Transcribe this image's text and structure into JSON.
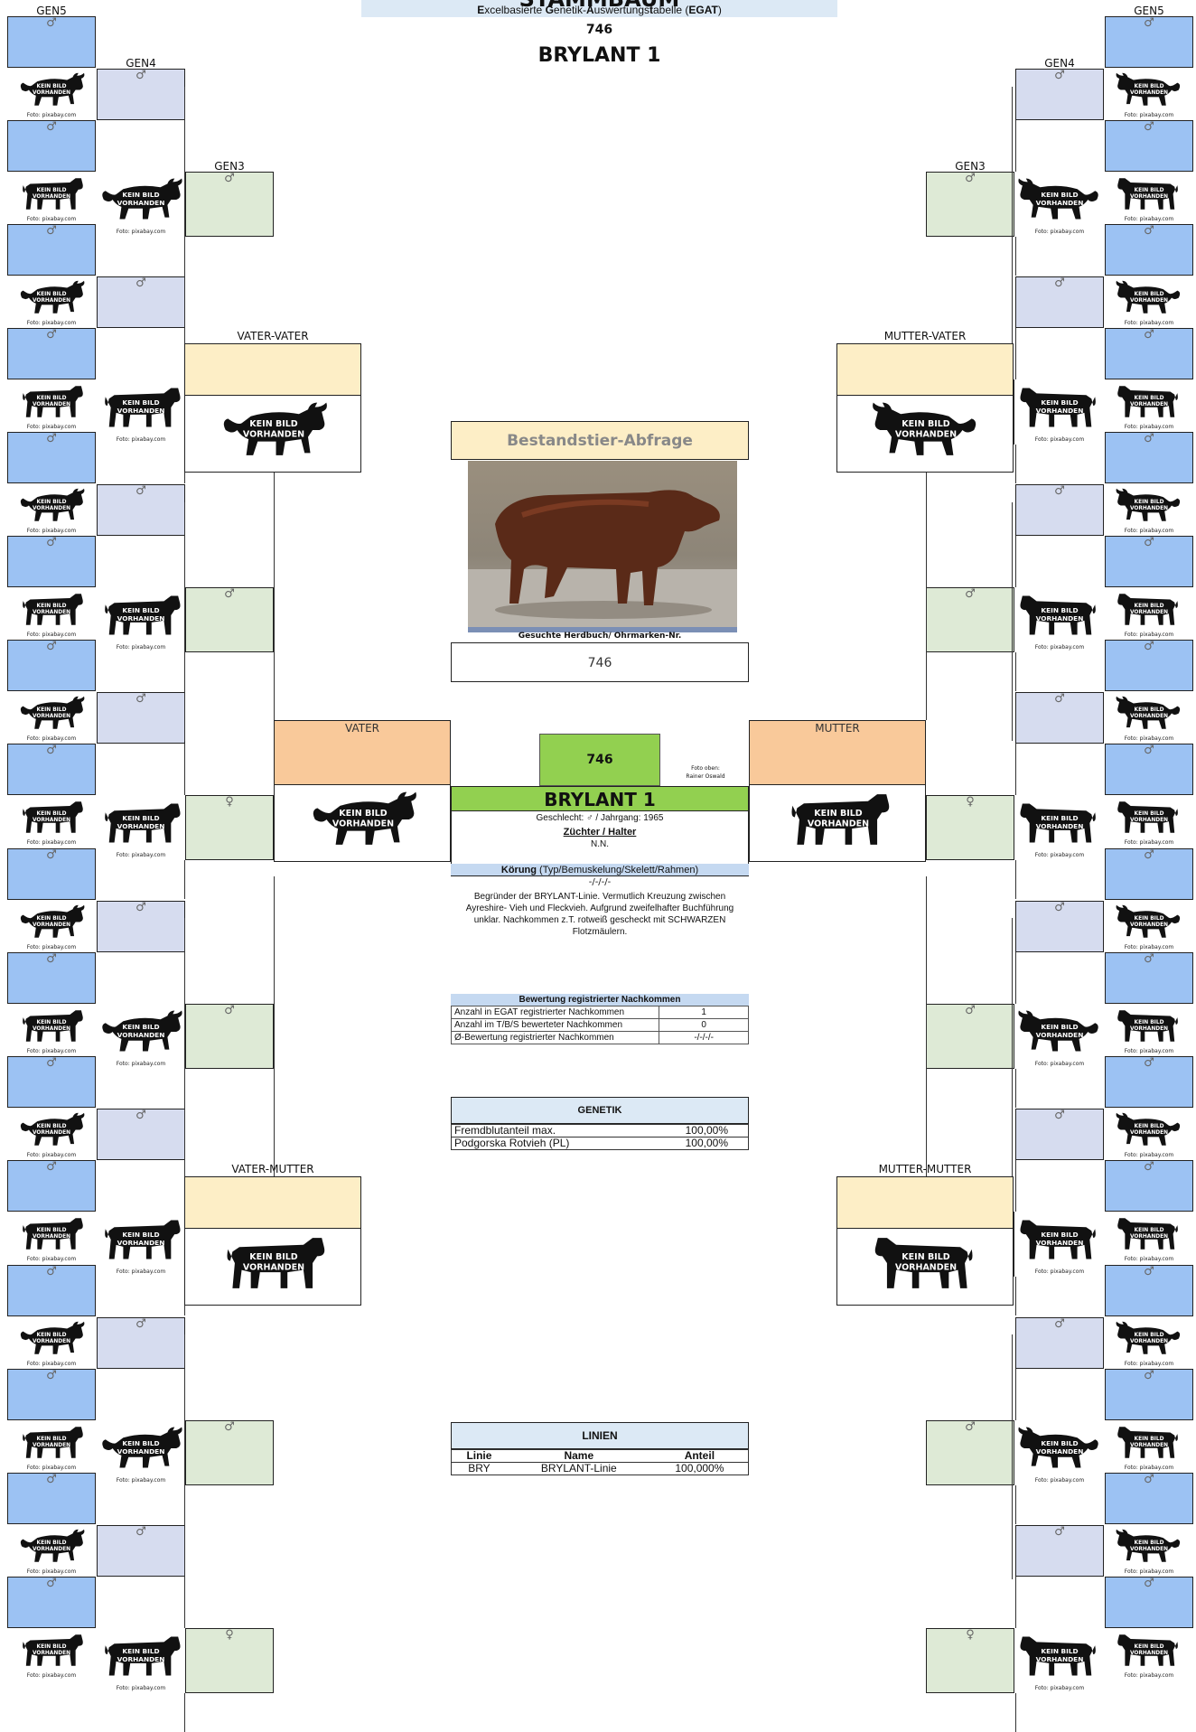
{
  "header": {
    "title": "STAMMBAUM",
    "subtitle_parts": [
      {
        "t": "E",
        "b": true
      },
      {
        "t": "xcelbasierte ",
        "b": false
      },
      {
        "t": "G",
        "b": true
      },
      {
        "t": "enetik-",
        "b": false
      },
      {
        "t": "A",
        "b": true
      },
      {
        "t": "uswertungs",
        "b": false
      },
      {
        "t": "t",
        "b": true
      },
      {
        "t": "abelle (",
        "b": false
      },
      {
        "t": "EGAT",
        "b": true
      },
      {
        "t": ")",
        "b": false
      }
    ],
    "id": "746",
    "name": "BRYLANT 1"
  },
  "labels": {
    "gen5": "GEN5",
    "gen4": "GEN4",
    "gen3": "GEN3",
    "vater_vater": "VATER-VATER",
    "mutter_vater": "MUTTER-VATER",
    "vater_mutter": "VATER-MUTTER",
    "mutter_mutter": "MUTTER-MUTTER",
    "vater": "VATER",
    "mutter": "MUTTER",
    "male_symbol": "♂",
    "female_symbol": "♀"
  },
  "photo": {
    "placeholder_line1": "KEIN BILD",
    "placeholder_line2": "VORHANDEN",
    "credit": "Foto: pixabay.com"
  },
  "query": {
    "title": "Bestandstier-Abfrage",
    "search_label": "Gesuchte Herdbuch/ Ohrmarken-Nr.",
    "search_value": "746"
  },
  "animal": {
    "id": "746",
    "photo_credit_line1": "Foto oben:",
    "photo_credit_line2": "Rainer Oswald",
    "name": "BRYLANT 1",
    "sex_year": "Geschlecht: ♂ / Jahrgang: 1965",
    "breeder_label": "Züchter / Halter",
    "breeder": "N.N.",
    "koerung_label": "Körung",
    "koerung_sub": " (Typ/Bemuskelung/Skelett/Rahmen)",
    "koerung_value": "-/-/-/-",
    "description": "Begründer der BRYLANT-Linie. Vermutlich Kreuzung zwischen Ayreshire- Vieh und Fleckvieh.   Aufgrund zweifelhafter Buchführung unklar. Nachkommen z.T. rotweiß gescheckt mit SCHWARZEN Flotzmäulern."
  },
  "nachkommen": {
    "title": "Bewertung registrierter Nachkommen",
    "rows": [
      {
        "label": "Anzahl in EGAT registrierter Nachkommen",
        "value": "1"
      },
      {
        "label": "Anzahl im T/B/S bewerteter Nachkommen",
        "value": "0"
      },
      {
        "label": "Ø-Bewertung registrierter Nachkommen",
        "value": "-/-/-/-"
      }
    ]
  },
  "genetik": {
    "title": "GENETIK",
    "rows": [
      {
        "label": "Fremdblutanteil max.",
        "value": "100,00%"
      },
      {
        "label": "Podgorska Rotvieh (PL)",
        "value": "100,00%"
      }
    ]
  },
  "linien": {
    "title": "LINIEN",
    "headers": [
      "Linie",
      "Name",
      "Anteil"
    ],
    "rows": [
      [
        "BRY",
        "BRYLANT-Linie",
        "100,000%"
      ]
    ]
  },
  "colors": {
    "gen5": "#9cc2f3",
    "gen4": "#d6dcef",
    "gen3": "#deead6",
    "gen2": "#fdeec6",
    "gen1": "#f9c99a",
    "animal_green": "#92d050",
    "header_blue": "#dce9f5"
  }
}
